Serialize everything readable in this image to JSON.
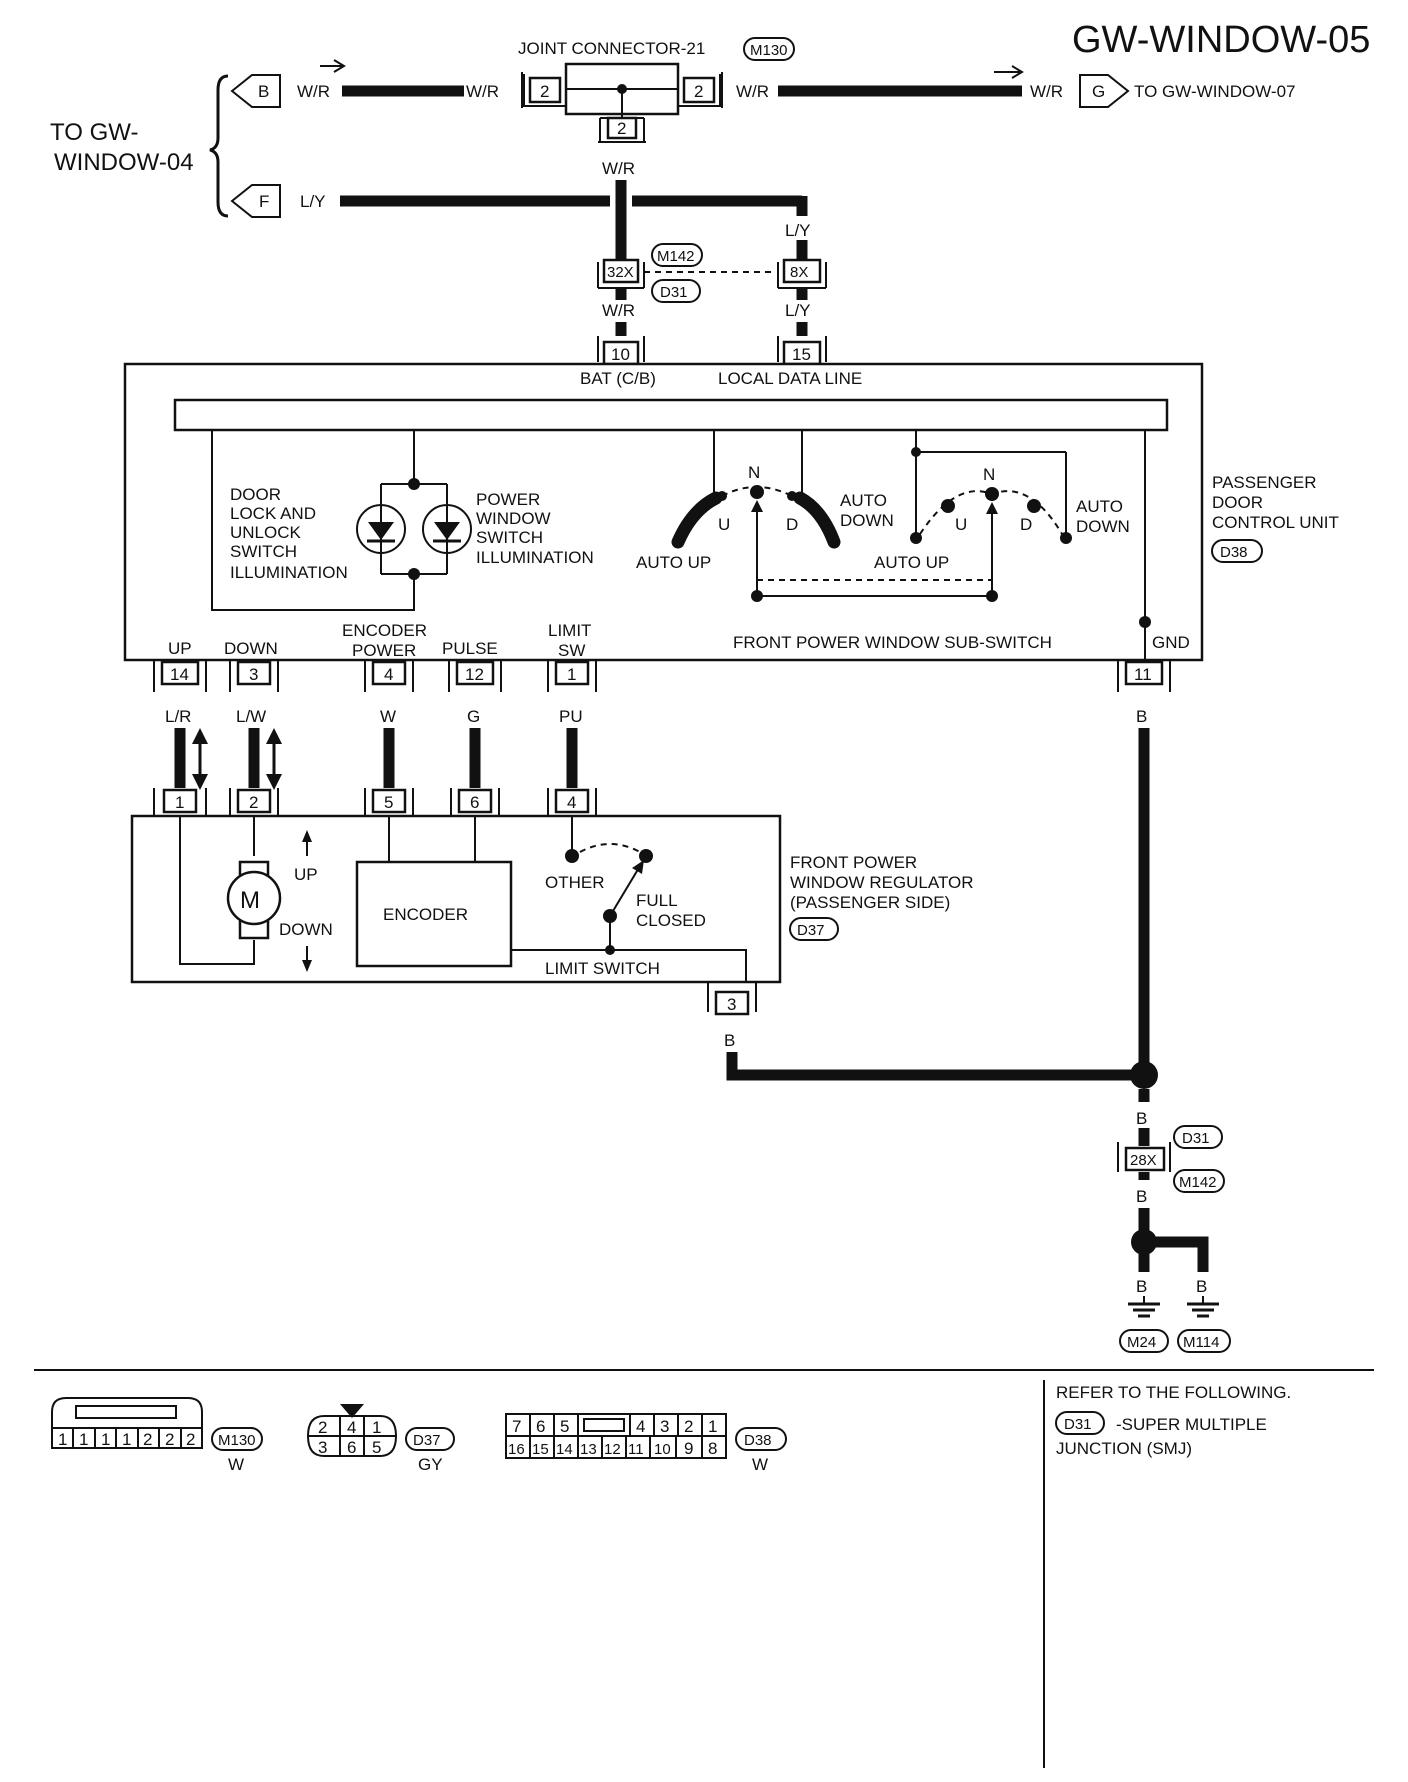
{
  "diagram_id": "GW-WINDOW-05",
  "top_left_ref": [
    "TO GW-",
    "WINDOW-04"
  ],
  "arrow_b": "B",
  "arrow_f": "F",
  "arrow_g": "G",
  "to_gw_07": "TO GW-WINDOW-07",
  "joint_connector": "JOINT CONNECTOR-21",
  "conn": {
    "m130": "M130",
    "m142": "M142",
    "d31": "D31",
    "d37": "D37",
    "d38": "D38",
    "m24": "M24",
    "m114": "M114"
  },
  "wires": {
    "wr": "W/R",
    "ly": "L/Y",
    "lr": "L/R",
    "lw": "L/W",
    "w": "W",
    "g": "G",
    "pu": "PU",
    "b": "B"
  },
  "pins": {
    "jc_left": "2",
    "jc_right": "2",
    "jc_bottom": "2",
    "p32x": "32X",
    "p8x": "8X",
    "p10": "10",
    "p15": "15",
    "p14": "14",
    "p3": "3",
    "p4": "4",
    "p12": "12",
    "p1": "1",
    "p11": "11",
    "r1": "1",
    "r2": "2",
    "r5": "5",
    "r6": "6",
    "r4": "4",
    "r3": "3",
    "p28x": "28X"
  },
  "control_unit": {
    "name": [
      "PASSENGER",
      "DOOR",
      "CONTROL UNIT"
    ],
    "bat": "BAT (C/B)",
    "local_data": "LOCAL DATA LINE",
    "door_lock_illum": [
      "DOOR",
      "LOCK AND",
      "UNLOCK",
      "SWITCH",
      "ILLUMINATION"
    ],
    "pw_switch_illum": [
      "POWER",
      "WINDOW",
      "SWITCH",
      "ILLUMINATION"
    ],
    "auto_down": [
      "AUTO",
      "DOWN"
    ],
    "auto_up": "AUTO UP",
    "n": "N",
    "u": "U",
    "d": "D",
    "sub_switch": "FRONT POWER WINDOW SUB-SWITCH",
    "gnd": "GND",
    "up": "UP",
    "down": "DOWN",
    "encoder_power": [
      "ENCODER",
      "POWER"
    ],
    "pulse": "PULSE",
    "limit_sw": [
      "LIMIT",
      "SW"
    ]
  },
  "regulator": {
    "name": [
      "FRONT POWER",
      "WINDOW REGULATOR",
      "(PASSENGER SIDE)"
    ],
    "motor": "M",
    "up": "UP",
    "down": "DOWN",
    "encoder": "ENCODER",
    "other": "OTHER",
    "full_closed": [
      "FULL",
      "CLOSED"
    ],
    "limit_switch": "LIMIT SWITCH"
  },
  "connector_views": {
    "m130_cells": [
      "1",
      "1",
      "1",
      "1",
      "2",
      "2",
      "2"
    ],
    "m130_color": "W",
    "d37_top": [
      "2",
      "4",
      "1"
    ],
    "d37_bottom": [
      "3",
      "6",
      "5"
    ],
    "d37_color": "GY",
    "d38_top": [
      "7",
      "6",
      "5",
      "4",
      "3",
      "2",
      "1"
    ],
    "d38_bottom": [
      "16",
      "15",
      "14",
      "13",
      "12",
      "11",
      "10",
      "9",
      "8"
    ],
    "d38_color": "W"
  },
  "refer": {
    "title": "REFER TO THE FOLLOWING.",
    "d31": "D31",
    "desc1": "-SUPER MULTIPLE",
    "desc2": "JUNCTION (SMJ)"
  }
}
